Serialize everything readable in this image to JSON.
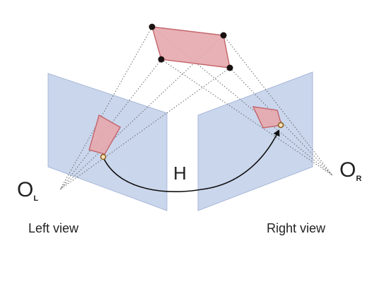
{
  "labels": {
    "left_camera_main": "O",
    "left_camera_sub": "L",
    "right_camera_main": "O",
    "right_camera_sub": "R",
    "homography": "H",
    "left_view": "Left view",
    "right_view": "Right view"
  },
  "colors": {
    "image_plane_fill": "#c6d2ea",
    "image_plane_stroke": "#a9b8d8",
    "patch_fill": "#e6a9ad",
    "patch_stroke": "#c4646c",
    "projection_line": "#666666",
    "point_fill": "#1a1111",
    "projected_point_stroke": "#8a5a1a",
    "projected_point_fill": "#f5e3b8",
    "arrow": "#111111"
  }
}
